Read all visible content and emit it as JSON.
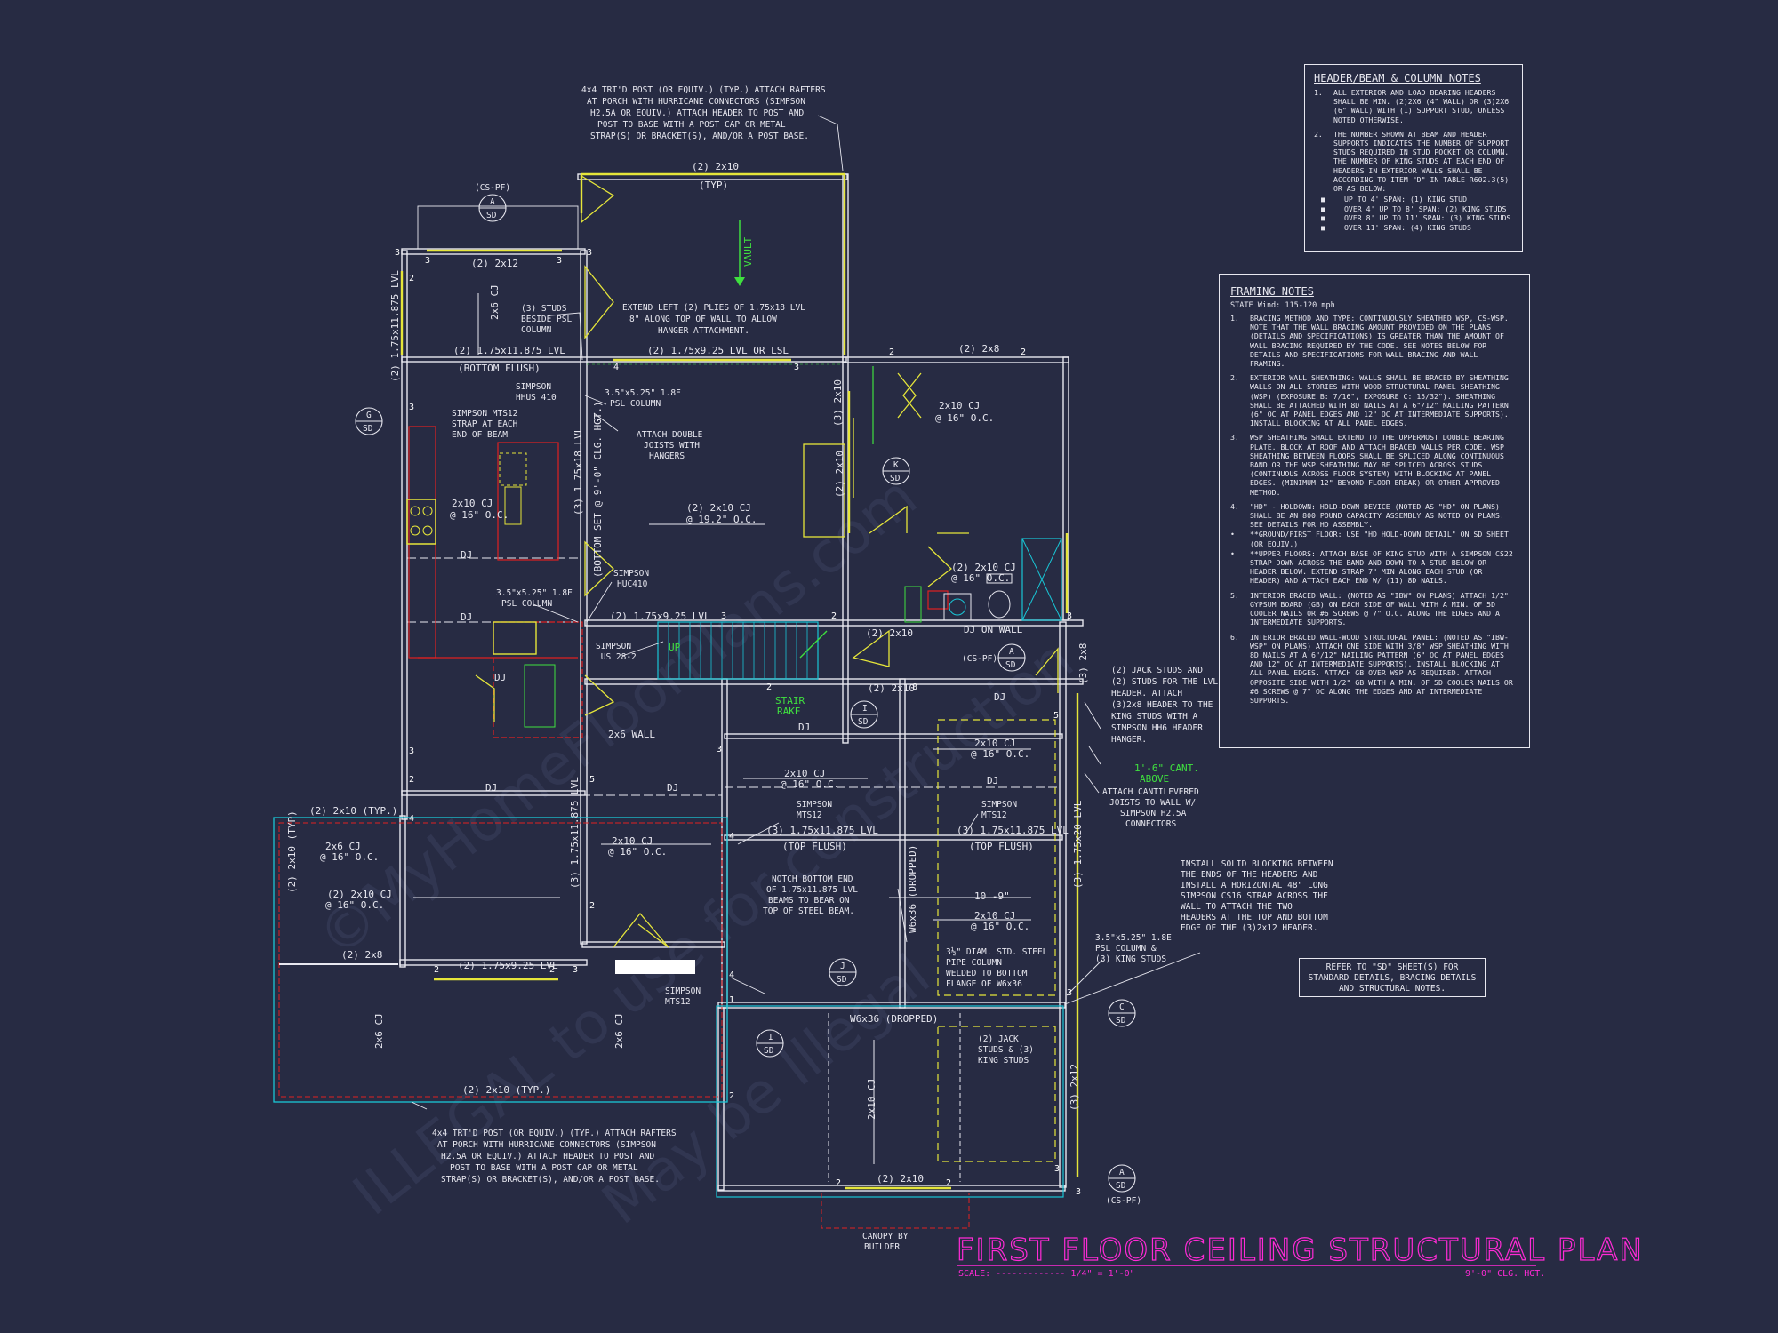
{
  "title": "FIRST FLOOR CEILING STRUCTURAL PLAN",
  "scale_label": "SCALE: ------------- 1/4\" = 1'-0\"",
  "ceiling_height": "9'-0\" CLG. HGT.",
  "watermark_lines": [
    "©MyHomeFloorPlans.com",
    "ILLEGAL to use for construction",
    "May be Illegal"
  ],
  "header_notes": {
    "title": "HEADER/BEAM & COLUMN NOTES",
    "items": [
      {
        "num": "1.",
        "text": "ALL EXTERIOR AND LOAD BEARING HEADERS SHALL BE MIN. (2)2x6 (4\" WALL) OR (3)2x6 (6\" WALL) WITH (1) SUPPORT STUD, UNLESS NOTED OTHERWISE."
      },
      {
        "num": "2.",
        "text": "THE NUMBER SHOWN AT BEAM AND HEADER SUPPORTS INDICATES THE NUMBER OF SUPPORT STUDS REQUIRED IN STUD POCKET OR COLUMN. THE NUMBER OF KING STUDS AT EACH END OF HEADERS IN EXTERIOR WALLS SHALL BE ACCORDING TO ITEM \"d\" IN TABLE R602.3(5) OR AS BELOW:"
      }
    ],
    "bullets": [
      "UP TO 4' SPAN: (1) KING STUD",
      "OVER 4' UP TO 8' SPAN: (2) KING STUDS",
      "OVER 8' UP TO 11' SPAN: (3) KING STUDS",
      "OVER 11' SPAN: (4) KING STUDS"
    ]
  },
  "framing_notes": {
    "title": "FRAMING NOTES",
    "subtitle": "STATE Wind: 115-120 mph",
    "items": [
      {
        "num": "1.",
        "text": "BRACING METHOD AND TYPE: CONTINUOUSLY SHEATHED WSP, CS-WSP. NOTE THAT THE WALL BRACING AMOUNT PROVIDED ON THE PLANS (DETAILS AND SPECIFICATIONS) IS GREATER THAN THE AMOUNT OF WALL BRACING REQUIRED BY THE CODE. SEE NOTES BELOW FOR DETAILS AND SPECIFICATIONS FOR WALL BRACING AND WALL FRAMING."
      },
      {
        "num": "2.",
        "text": "EXTERIOR WALL SHEATHING: WALLS SHALL BE BRACED BY SHEATHING WALLS ON ALL STORIES WITH WOOD STRUCTURAL PANEL SHEATHING (WSP) (EXPOSURE B: 7/16\", EXPOSURE C: 15/32\"). SHEATHING SHALL BE ATTACHED WITH 8d NAILS AT A 6\"/12\" NAILING PATTERN (6\" OC AT PANEL EDGES AND 12\" OC AT INTERMEDIATE SUPPORTS). INSTALL BLOCKING AT ALL PANEL EDGES."
      },
      {
        "num": "3.",
        "text": "WSP SHEATHING SHALL EXTEND TO THE UPPERMOST DOUBLE BEARING PLATE. BLOCK AT ROOF AND ATTACH BRACED WALLS PER CODE. WSP SHEATHING BETWEEN FLOORS SHALL BE SPLICED ALONG CONTINUOUS BAND OR THE WSP SHEATHING MAY BE SPLICED ACROSS STUDS (CONTINUOUS ACROSS FLOOR SYSTEM) WITH BLOCKING AT PANEL EDGES. (MINIMUM 12\" BEYOND FLOOR BREAK) OR OTHER APPROVED METHOD."
      },
      {
        "num": "4.",
        "text": "\"HD\" - HOLDOWN: HOLD-DOWN DEVICE (NOTED AS \"HD\" ON PLANS) SHALL BE AN 800 POUND CAPACITY ASSEMBLY AS NOTED ON PLANS. SEE DETAILS FOR HD ASSEMBLY."
      },
      {
        "num": "•",
        "text": "**GROUND/FIRST FLOOR: USE \"HD HOLD-DOWN DETAIL\" ON SD SHEET (OR EQUIV.)"
      },
      {
        "num": "•",
        "text": "**UPPER FLOORS: ATTACH BASE OF KING STUD WITH A SIMPSON CS22 STRAP DOWN ACROSS THE BAND AND DOWN TO A STUD BELOW OR HEADER BELOW. EXTEND STRAP 7\" MIN ALONG EACH STUD (OR HEADER) AND ATTACH EACH END W/ (11) 8d NAILS."
      },
      {
        "num": "5.",
        "text": "INTERIOR BRACED WALL: (NOTED AS \"IBW\" ON PLANS) ATTACH 1/2\" GYPSUM BOARD (GB) ON EACH SIDE OF WALL WITH A MIN. OF 5d COOLER NAILS OR #6 SCREWS @ 7\" O.C. ALONG THE EDGES AND AT INTERMEDIATE SUPPORTS."
      },
      {
        "num": "6.",
        "text": "INTERIOR BRACED WALL-WOOD STRUCTURAL PANEL: (NOTED AS \"IBW-WSP\" ON PLANS) ATTACH ONE SIDE WITH 3/8\" WSP SHEATHING WITH 8d NAILS AT A 6\"/12\" NAILING PATTERN (6\" OC AT PANEL EDGES AND 12\" OC AT INTERMEDIATE SUPPORTS). INSTALL BLOCKING AT ALL PANEL EDGES. ATTACH GB OVER WSP AS REQUIRED. ATTACH OPPOSITE SIDE WITH 1/2\" GB WITH A MIN. OF 5d COOLER NAILS OR #6 SCREWS @ 7\" OC ALONG THE EDGES AND AT INTERMEDIATE SUPPORTS."
      }
    ]
  },
  "refer_note": "REFER TO \"SD\" SHEET(S) FOR STANDARD DETAILS, BRACING DETAILS AND STRUCTURAL NOTES.",
  "callouts": {
    "porch_top": [
      "4x4 TRT'D POST (OR EQUIV.) (TYP.) ATTACH RAFTERS",
      "AT PORCH WITH HURRICANE CONNECTORS (SIMPSON",
      "H2.5A OR EQUIV.) ATTACH HEADER TO POST AND",
      "POST TO BASE WITH A POST CAP OR METAL",
      "STRAP(S) OR BRACKET(S), AND/OR A POST BASE."
    ],
    "porch_bottom": [
      "4x4 TRT'D POST (OR EQUIV.) (TYP.) ATTACH RAFTERS",
      "AT PORCH WITH HURRICANE CONNECTORS (SIMPSON",
      "H2.5A OR EQUIV.) ATTACH HEADER TO POST AND",
      "POST TO BASE WITH A POST CAP OR METAL",
      "STRAP(S) OR BRACKET(S), AND/OR A POST BASE."
    ],
    "extend_left": [
      "EXTEND LEFT (2) PLIES OF 1.75x18 LVL",
      "8\" ALONG TOP OF WALL TO ALLOW",
      "HANGER ATTACHMENT."
    ],
    "three_studs": [
      "(3) STUDS",
      "BESIDE PSL",
      "COLUMN"
    ],
    "simpson_hhus": [
      "SIMPSON",
      "HHUS 410"
    ],
    "psl_column_1": [
      "3.5\"x5.25\" 1.8E",
      "PSL COLUMN"
    ],
    "attach_double": [
      "ATTACH DOUBLE",
      "JOISTS WITH",
      "HANGERS"
    ],
    "mts_strap": [
      "SIMPSON MTS12",
      "STRAP AT EACH",
      "END OF BEAM"
    ],
    "simpson_huc": [
      "SIMPSON",
      "HUC410"
    ],
    "psl_column_2": [
      "3.5\"x5.25\" 1.8E",
      "PSL COLUMN"
    ],
    "simpson_lus": [
      "SIMPSON",
      "LUS 28-2"
    ],
    "jack_studs_right": [
      "(2) JACK STUDS AND",
      "(2) STUDS FOR THE LVL",
      "HEADER.  ATTACH",
      "(3)2x8 HEADER TO THE",
      "KING STUDS WITH A",
      "SIMPSON HH6 HEADER",
      "HANGER."
    ],
    "cant": [
      "1'-6\" CANT.",
      "ABOVE"
    ],
    "attach_cant": [
      "ATTACH CANTILEVERED",
      "JOISTS TO WALL W/",
      "SIMPSON H2.5A",
      "CONNECTORS"
    ],
    "solid_blocking": [
      "INSTALL SOLID BLOCKING BETWEEN",
      "THE ENDS OF THE HEADERS AND",
      "INSTALL A HORIZONTAL 48\" LONG",
      "SIMPSON CS16 STRAP ACROSS THE",
      "WALL TO ATTACH THE TWO",
      "HEADERS AT THE TOP AND BOTTOM",
      "EDGE OF THE (3)2x12 HEADER."
    ],
    "psl_column_3": [
      "3.5\"x5.25\" 1.8E",
      "PSL COLUMN &",
      "(3) KING STUDS"
    ],
    "notch": [
      "NOTCH BOTTOM END",
      "OF 1.75x11.875 LVL",
      "BEAMS TO BEAR ON",
      "TOP OF STEEL BEAM."
    ],
    "steel_column": [
      "3½\" DIAM. STD. STEEL",
      "PIPE COLUMN",
      "WELDED TO BOTTOM",
      "FLANGE OF W6x36"
    ],
    "jack_studs_bottom": [
      "(2) JACK",
      "STUDS & (3)",
      "KING STUDS"
    ],
    "canopy": [
      "CANOPY BY",
      "BUILDER"
    ],
    "mts12_a": [
      "SIMPSON",
      "MTS12"
    ],
    "mts12_b": [
      "SIMPSON",
      "MTS12"
    ],
    "mts12_c": [
      "SIMPSON",
      "MTS12"
    ],
    "stair_rake": [
      "STAIR",
      "RAKE"
    ]
  },
  "beam_labels": [
    "(2) 2x10",
    "(TYP)",
    "(2) 2x12",
    "(2) 1.75x11.875 LVL",
    "(BOTTOM FLUSH)",
    "(2) 1.75x9.25 LVL OR LSL",
    "(2) 2x8",
    "2x10 CJ",
    "@ 16\" O.C.",
    "(2) 2x10 CJ",
    "@ 19.2\" O.C.",
    "(2) 1.75x9.25 LVL",
    "(2) 2x10",
    "(3) 1.75x11.875 LVL",
    "(TOP FLUSH)",
    "(2) 2x10 (TYP.)",
    "2x6 CJ",
    "@ 16\" O.C.",
    "(2) 2x8",
    "(2) 1.75x9.25 LVL",
    "(2) 2x10 (TYP.)",
    "(2) 2x10",
    "W6x36 (DROPPED)",
    "10'-9\"",
    "DJ",
    "DJ ON WALL",
    "2x6 WALL",
    "VAULT",
    "UP",
    "(2) 2x10 (TYP)",
    "2x6 CJ",
    "@ 16\" O.C.",
    "(2) 2x10",
    "(3) 2x12",
    "(3) 2x8",
    "(3) 1.75x20 LVL",
    "W6x36 (DROPPED)",
    "(3) 1.75x11.875 LVL",
    "(BOTTOM SET @ 9'-0\" CLG. HGT.)",
    "(2) 1.75x11.875 LVL",
    "(3) 1.75x18 LVL",
    "(3) 2x10",
    "(2) 2x10",
    "2x6 CJ"
  ],
  "section_markers": [
    {
      "letter": "A",
      "sheet": "SD",
      "tag": "(CS-PF)"
    },
    {
      "letter": "G",
      "sheet": "SD",
      "tag": ""
    },
    {
      "letter": "K",
      "sheet": "SD",
      "tag": ""
    },
    {
      "letter": "A",
      "sheet": "SD",
      "tag": "(CS-PF)"
    },
    {
      "letter": "I",
      "sheet": "SD",
      "tag": ""
    },
    {
      "letter": "J",
      "sheet": "SD",
      "tag": ""
    },
    {
      "letter": "I",
      "sheet": "SD",
      "tag": ""
    },
    {
      "letter": "C",
      "sheet": "SD",
      "tag": ""
    },
    {
      "letter": "A",
      "sheet": "SD",
      "tag": "(CS-PF)"
    }
  ],
  "colors": {
    "background": "#272b43",
    "line": "#e8e8f0",
    "beam": "#e6e63a",
    "title": "#ff2bd6",
    "red": "#e02020",
    "green": "#3fe03f",
    "cyan": "#19c6d6"
  }
}
